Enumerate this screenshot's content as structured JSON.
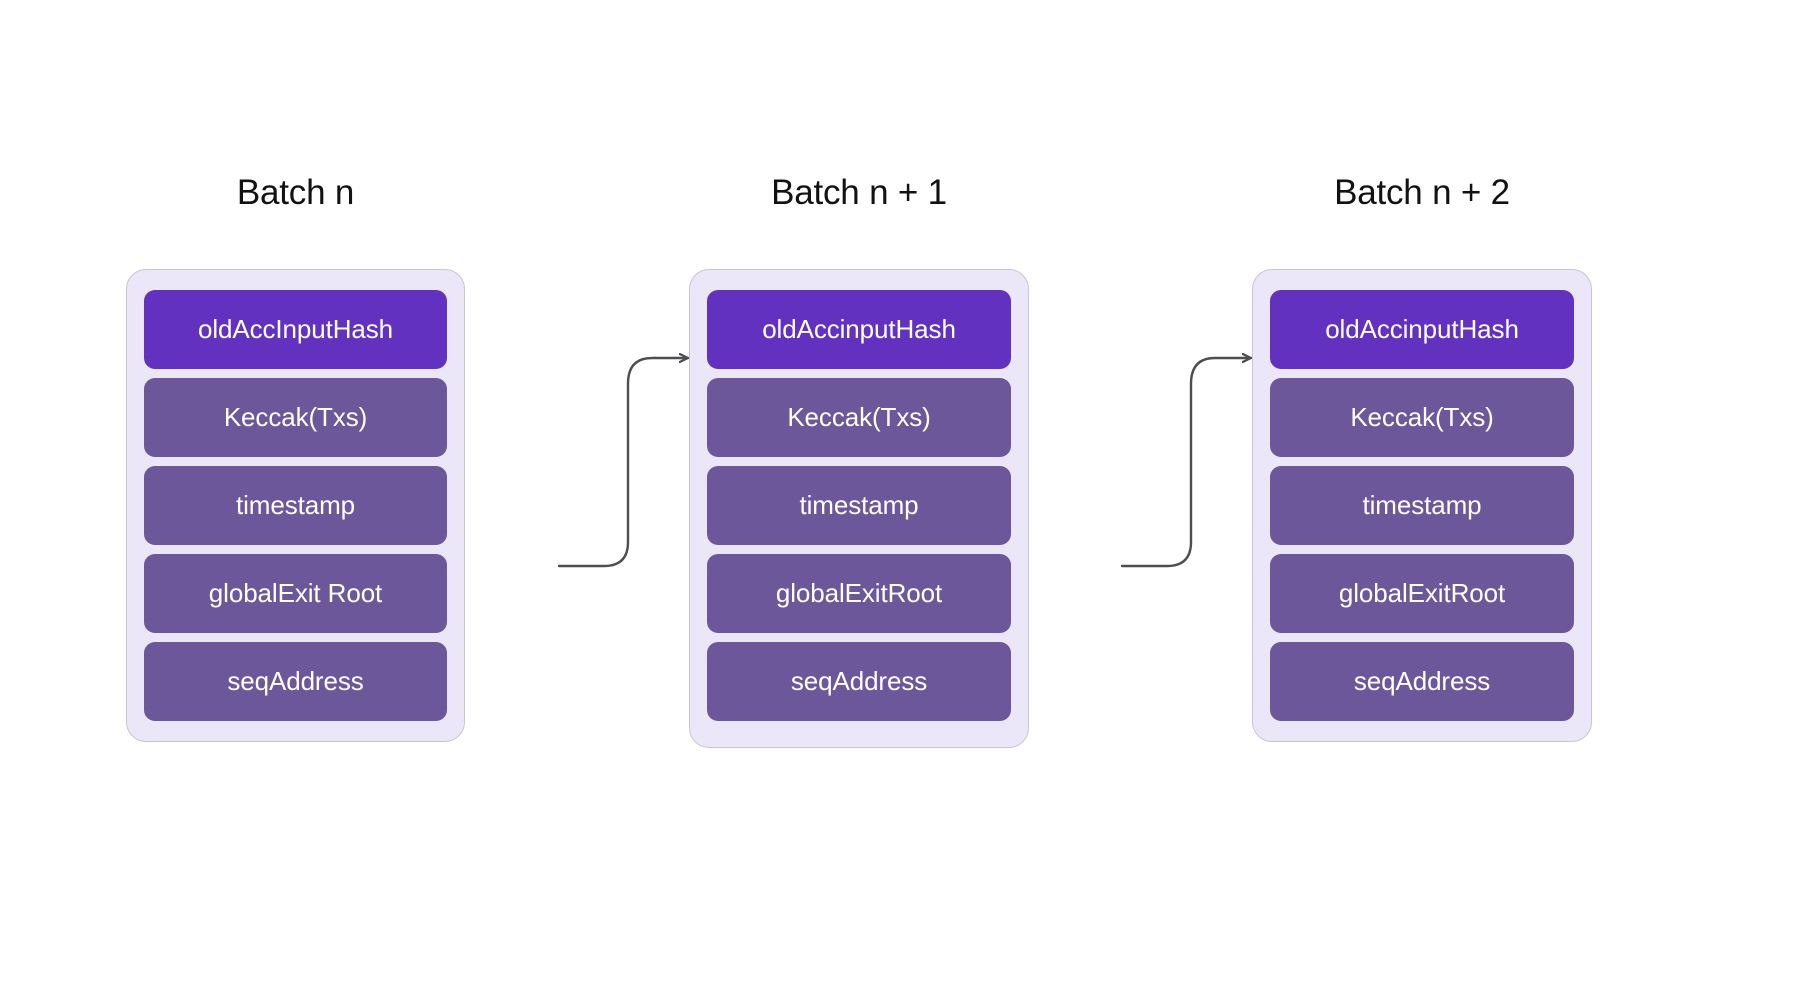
{
  "diagram": {
    "title_semantic": "zkevm-batch-accumulated-input-hash-chain",
    "background": "#ffffff",
    "colors": {
      "accent_purple": "#6331bf",
      "field_purple": "#6b5799",
      "card_background": "#ece7f8",
      "card_border": "#c9c5d4",
      "connector": "#4d4d52",
      "title_text": "#121212",
      "field_text": "#ffffff"
    }
  },
  "batches": [
    {
      "title": "Batch n",
      "fields": [
        {
          "label": "oldAccInputHash",
          "highlight": true
        },
        {
          "label": "Keccak(Txs)",
          "highlight": false
        },
        {
          "label": "timestamp",
          "highlight": false
        },
        {
          "label": "globalExit Root",
          "highlight": false
        },
        {
          "label": "seqAddress",
          "highlight": false
        }
      ]
    },
    {
      "title": "Batch n + 1",
      "fields": [
        {
          "label": "oldAccinputHash",
          "highlight": true
        },
        {
          "label": "Keccak(Txs)",
          "highlight": false
        },
        {
          "label": "timestamp",
          "highlight": false
        },
        {
          "label": "globalExitRoot",
          "highlight": false
        },
        {
          "label": "seqAddress",
          "highlight": false
        }
      ]
    },
    {
      "title": "Batch n + 2",
      "fields": [
        {
          "label": "oldAccinputHash",
          "highlight": true
        },
        {
          "label": "Keccak(Txs)",
          "highlight": false
        },
        {
          "label": "timestamp",
          "highlight": false
        },
        {
          "label": "globalExitRoot",
          "highlight": false
        },
        {
          "label": "seqAddress",
          "highlight": false
        }
      ]
    }
  ],
  "connectors": [
    {
      "name": "connector-batch-n-to-batch-n-plus-1",
      "from": "Batch n / timestamp",
      "to": "Batch n + 1 / oldAccinputHash",
      "arrowhead": true
    },
    {
      "name": "connector-batch-n-plus-1-to-batch-n-plus-2",
      "from": "Batch n + 1 / timestamp",
      "to": "Batch n + 2 / oldAccinputHash",
      "arrowhead": true
    }
  ]
}
